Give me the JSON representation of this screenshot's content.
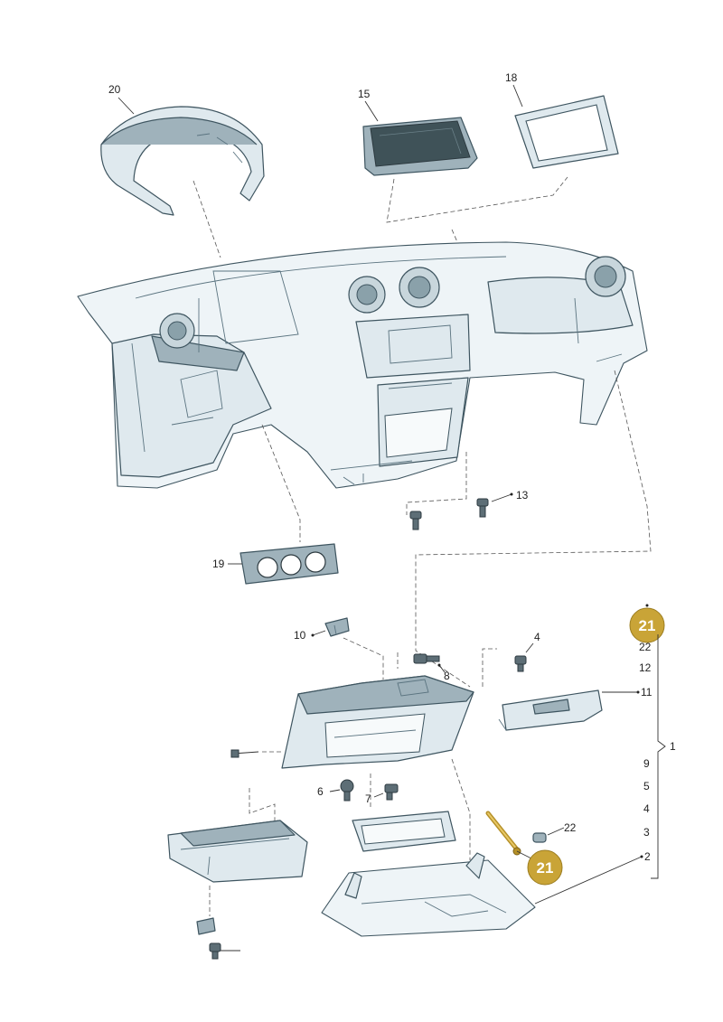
{
  "callouts": {
    "c20": "20",
    "c15": "15",
    "c18": "18",
    "c13": "13",
    "c19": "19",
    "c10": "10",
    "c8": "8",
    "c4": "4",
    "c11": "11",
    "c6": "6",
    "c7": "7",
    "c22": "22",
    "c2": "2",
    "c1": "1"
  },
  "kit_list": {
    "badge_top": "21",
    "items": [
      "22",
      "12",
      "11",
      "9",
      "5",
      "4",
      "3",
      "2"
    ],
    "bracket_label": "1"
  },
  "badge_bottom": "21",
  "colors": {
    "badge": "#c9a437",
    "part_fill": "#dfe9ee",
    "part_stroke": "#3e5560"
  }
}
